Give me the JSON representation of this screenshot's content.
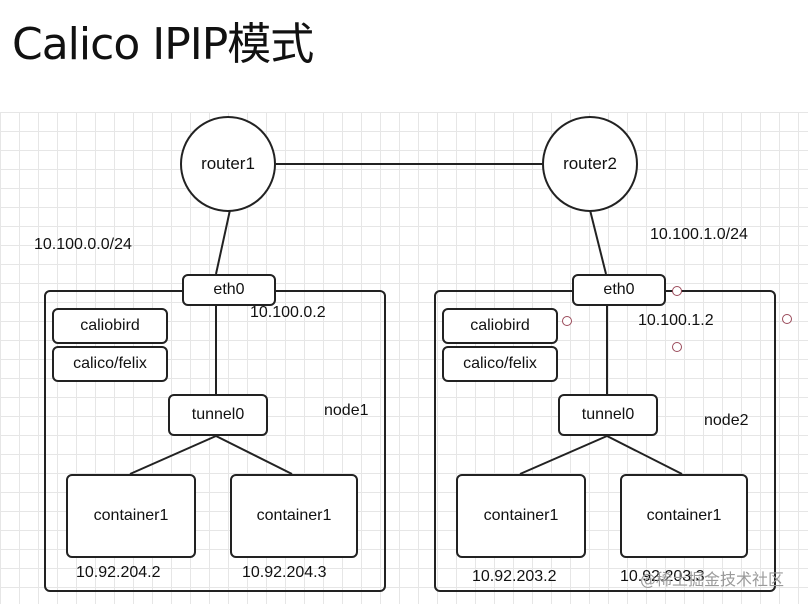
{
  "title": "Calico IPIP模式",
  "routers": [
    {
      "label": "router1"
    },
    {
      "label": "router2"
    }
  ],
  "networks": {
    "left_subnet": "10.100.0.0/24",
    "right_subnet": "10.100.1.0/24"
  },
  "nodes": [
    {
      "name": "node1",
      "eth_label": "eth0",
      "eth_ip": "10.100.0.2",
      "services": [
        "caliobird",
        "calico/felix"
      ],
      "tunnel_label": "tunnel0",
      "containers": [
        {
          "label": "container1",
          "ip": "10.92.204.2"
        },
        {
          "label": "container1",
          "ip": "10.92.204.3"
        }
      ]
    },
    {
      "name": "node2",
      "eth_label": "eth0",
      "eth_ip": "10.100.1.2",
      "services": [
        "caliobird",
        "calico/felix"
      ],
      "tunnel_label": "tunnel0",
      "containers": [
        {
          "label": "container1",
          "ip": "10.92.203.2"
        },
        {
          "label": "container1",
          "ip": "10.92.203.3"
        }
      ]
    }
  ],
  "watermark": "@稀土掘金技术社区"
}
